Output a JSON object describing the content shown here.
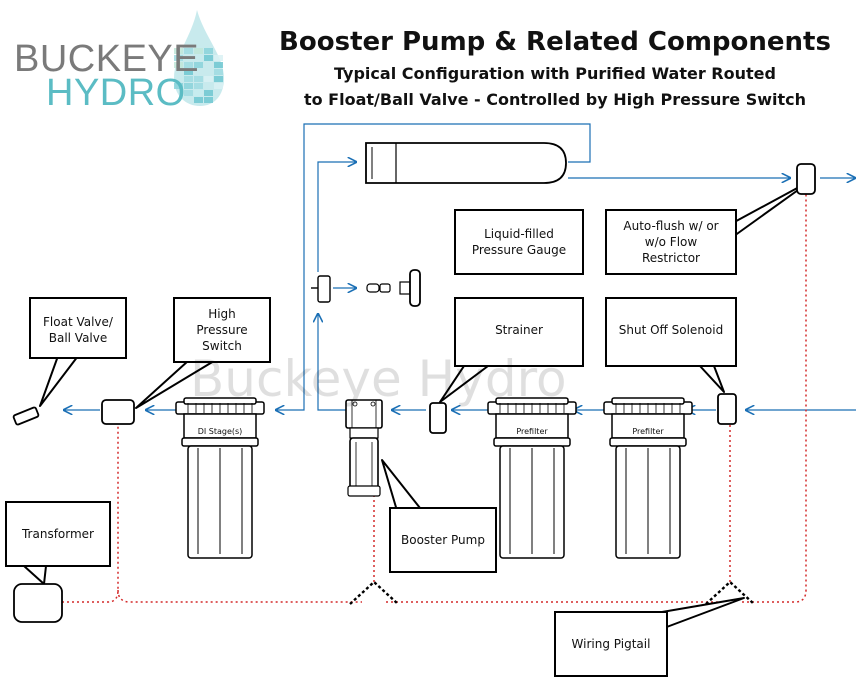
{
  "header": {
    "title": "Booster Pump & Related Components",
    "subtitle_line1": "Typical Configuration with Purified Water Routed",
    "subtitle_line2": "to Float/Ball Valve - Controlled by High Pressure Switch"
  },
  "logo": {
    "line1": "BUCKEYE",
    "line2": "HYDRO"
  },
  "watermark": "Buckeye Hydro",
  "callouts": {
    "float_valve": [
      "Float Valve/",
      "Ball Valve"
    ],
    "high_pressure_switch": [
      "High",
      "Pressure",
      "Switch"
    ],
    "liquid_gauge": [
      "Liquid-filled",
      "Pressure Gauge"
    ],
    "strainer": [
      "Strainer"
    ],
    "auto_flush": [
      "Auto-flush w/ or",
      "w/o Flow",
      "Restrictor"
    ],
    "shut_off_solenoid": [
      "Shut Off Solenoid"
    ],
    "booster_pump": [
      "Booster Pump"
    ],
    "transformer": [
      "Transformer"
    ],
    "wiring_pigtail": [
      "Wiring Pigtail"
    ]
  },
  "housing_labels": {
    "di_stage": "DI Stage(s)",
    "prefilter_1": "Prefilter",
    "prefilter_2": "Prefilter"
  },
  "colors": {
    "water_line": "#1a6fb5",
    "wiring": "#d42a2a",
    "outline": "#000000",
    "logo_gray": "#7a7a7a",
    "logo_teal": "#5bbcc4"
  }
}
